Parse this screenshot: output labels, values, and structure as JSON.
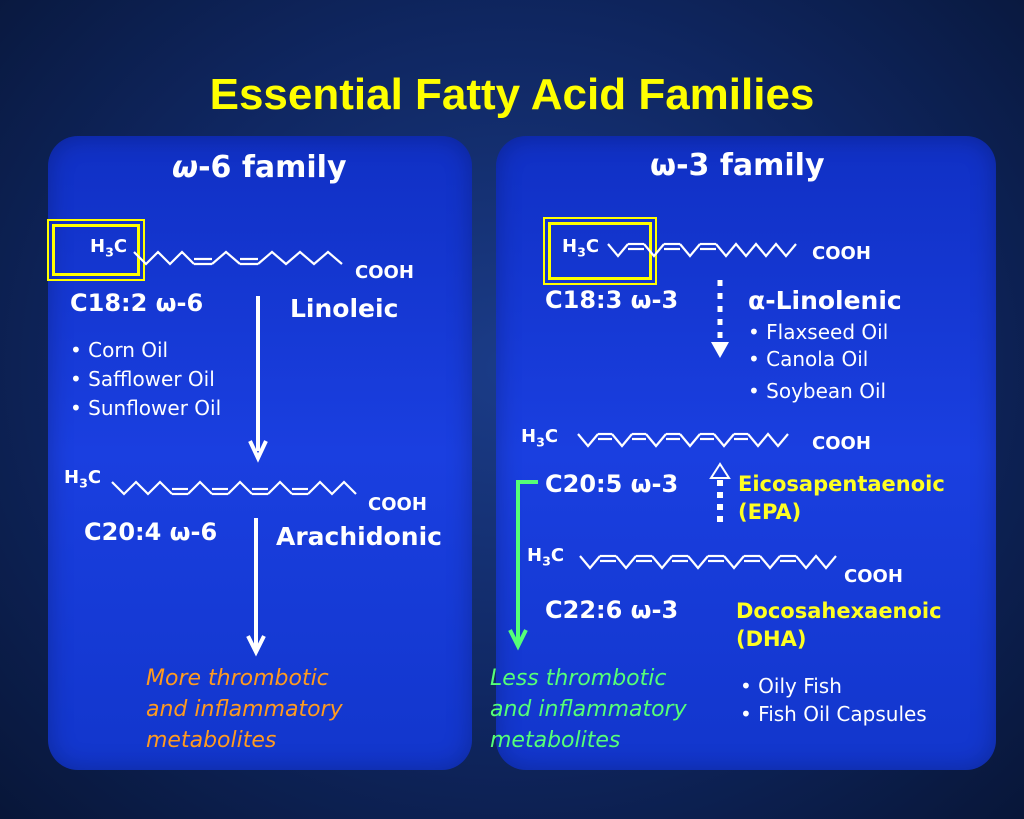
{
  "title": "Essential Fatty Acid Families",
  "omega6": {
    "heading_symbol": "ω",
    "heading_text": "-6 family",
    "chain1": {
      "ch3": "H",
      "sub": "3",
      "c": "C",
      "cooh": "COOH"
    },
    "acid1_label": "C18:2 ω-6",
    "acid1_name": "Linoleic",
    "sources": [
      "• Corn Oil",
      "• Safflower Oil",
      "• Sunflower Oil"
    ],
    "chain2": {
      "ch3": "H",
      "sub": "3",
      "c": "C",
      "cooh": "COOH"
    },
    "acid2_label": "C20:4 ω-6",
    "acid2_name": "Arachidonic",
    "outcome": [
      "More thrombotic",
      "and inflammatory",
      "metabolites"
    ],
    "outcome_color": "#ff9a1f"
  },
  "omega3": {
    "heading_symbol": "ω",
    "heading_text": "-3 family",
    "chain1": {
      "ch3": "H",
      "sub": "3",
      "c": "C",
      "cooh": "COOH"
    },
    "acid1_label": "C18:3 ω-3",
    "acid1_symbol": "α",
    "acid1_name": "-Linolenic",
    "sources1": [
      "• Flaxseed Oil",
      "• Canola Oil",
      "• Soybean Oil"
    ],
    "chain2": {
      "ch3": "H",
      "sub": "3",
      "c": "C",
      "cooh": "COOH"
    },
    "acid2_label": "C20:5 ω-3",
    "acid2_name": [
      "Eicosapentaenoic",
      "(EPA)"
    ],
    "chain3": {
      "ch3": "H",
      "sub": "3",
      "c": "C",
      "cooh": "COOH"
    },
    "acid3_label": "C22:6 ω-3",
    "acid3_name": [
      "Docosahexaenoic",
      "(DHA)"
    ],
    "sources2": [
      "• Oily Fish",
      "• Fish Oil Capsules"
    ],
    "outcome": [
      "Less thrombotic",
      "and inflammatory",
      "metabolites"
    ],
    "outcome_color": "#55ff77"
  },
  "colors": {
    "title": "#ffff00",
    "highlight_box": "#ffff00",
    "omega3_acid_names": "#ffff22",
    "green_arrow": "#55ff77"
  }
}
